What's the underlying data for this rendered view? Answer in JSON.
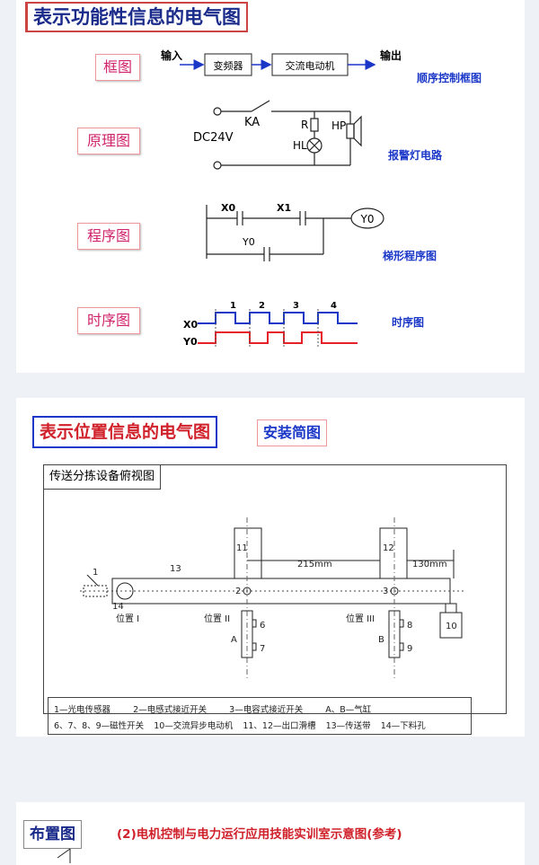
{
  "section1": {
    "title": "表示功能性信息的电气图",
    "block": {
      "label": "框图",
      "input": "输入",
      "b1": "变频器",
      "b2": "交流电动机",
      "output": "输出",
      "note": "顺序控制框图"
    },
    "schematic": {
      "label": "原理图",
      "ka": "KA",
      "dc": "DC24V",
      "r": "R",
      "hp": "HP",
      "hl": "HL",
      "note": "报警灯电路"
    },
    "ladder": {
      "label": "程序图",
      "x0": "X0",
      "x1": "X1",
      "y0coil": "Y0",
      "y0": "Y0",
      "note": "梯形程序图"
    },
    "timing": {
      "label": "时序图",
      "x0": "X0",
      "y0": "Y0",
      "pulses": [
        "1",
        "2",
        "3",
        "4"
      ],
      "note": "时序图"
    }
  },
  "section2": {
    "title": "表示位置信息的电气图",
    "subtitle": "安装简图",
    "frame_label": "传送分拣设备俯视图",
    "parts": {
      "n1": "1",
      "n13": "13",
      "n14": "14",
      "n11": "11",
      "n12": "12",
      "n2": "2",
      "n3": "3",
      "n6": "6",
      "n7": "7",
      "n8": "8",
      "n9": "9",
      "n10": "10",
      "d215": "215mm",
      "d130": "130mm",
      "pos1": "位置 I",
      "pos2": "位置 II",
      "pos3": "位置 III",
      "A": "A",
      "B": "B"
    },
    "legend_row1": [
      "1—光电传感器",
      "2—电感式接近开关",
      "3—电容式接近开关",
      "A、B—气缸"
    ],
    "legend_row2": [
      "6、7、8、9—磁性开关",
      "10—交流异步电动机",
      "11、12—出口滑槽",
      "13—传送带",
      "14—下料孔"
    ]
  },
  "section3": {
    "title": "布置图",
    "subtitle": "(2)电机控制与电力运行应用技能实训室示意图(参考)"
  },
  "colors": {
    "blue": "#1a37c8",
    "red": "#e8202a",
    "pink": "#d0246c",
    "navy": "#1a2a8a"
  }
}
